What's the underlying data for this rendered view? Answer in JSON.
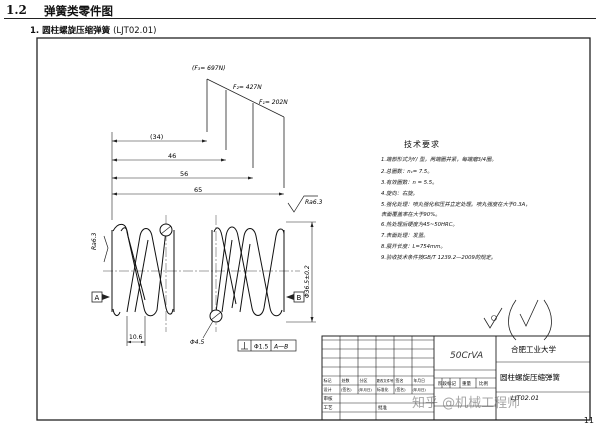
{
  "header": {
    "section_number": "1.2",
    "section_title": "弹簧类零件图",
    "subtitle": "1. 圆柱螺旋压缩弹簧",
    "drawing_code": "(LJT02.01)",
    "page_number": "11"
  },
  "load_labels": {
    "f3": "(F₃= 697N)",
    "f2": "F₂= 427N",
    "f1": "F₁= 202N"
  },
  "dimensions": {
    "d34": "(34)",
    "d46": "46",
    "d56": "56",
    "d65": "65",
    "outer_diameter": "Φ36.5±0.2",
    "pitch": "10.6",
    "wire_diameter": "Φ4.5",
    "roughness_left": "Ra6.3",
    "roughness_top": "Ra6.3"
  },
  "datum": {
    "left": "A",
    "right": "B",
    "tolerance_value": "Φ1.5",
    "tolerance_ref": "A—B"
  },
  "tech_req": {
    "title": "技术要求",
    "items": [
      "1.端部形式为Y/ 型，两端圈并紧，每端磨3/4圈。",
      "2.总圈数：n₁= 7.5。",
      "3.有效圈数：n = 5.5。",
      "4.旋向：右旋。",
      "5.强化处理：喷丸强化和压并立定处理。喷丸强度在大于0.3A，",
      "   表面覆盖率在大于90%。",
      "6.热处理后硬度为45~50HRC。",
      "7.表面处理：发蓝。",
      "8.展开长度：L=754mm。",
      "9.验收技术条件按GB/T 1239.2—2009的规定。"
    ]
  },
  "title_block": {
    "material": "50CrVA",
    "company": "合肥工业大学",
    "part_name": "圆柱螺旋压缩弹簧",
    "code": "LJT02.01",
    "rev_headers": [
      "标记",
      "处数",
      "分区",
      "更改文件号",
      "签名",
      "年月日"
    ],
    "row_design": [
      "设计",
      "(签名)",
      "(年月日)",
      "标准化",
      "(签名)",
      "(年月日)"
    ],
    "mid_headers": [
      "阶段标记",
      "重量",
      "比例"
    ],
    "row_review": "审核",
    "row_process": "工艺",
    "row_approve": "批准"
  },
  "watermark": "知乎 @机械工程师"
}
